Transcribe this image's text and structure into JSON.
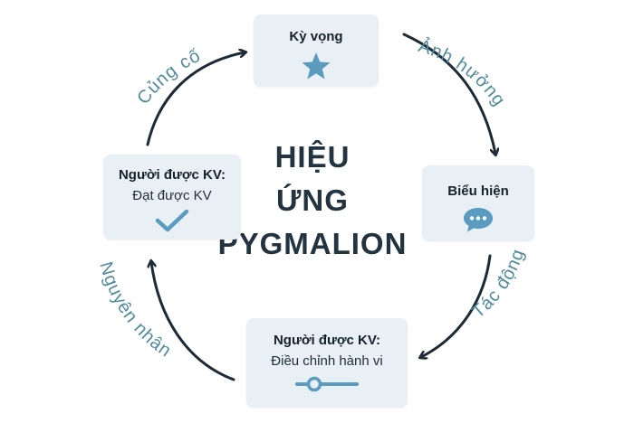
{
  "center_title": [
    "HIỆU",
    "ỨNG",
    "PYGMALION"
  ],
  "boxes": {
    "top": {
      "title": "Kỳ vọng",
      "icon": "star-icon"
    },
    "right": {
      "title": "Biểu hiện",
      "icon": "speech-bubble-icon"
    },
    "bottom": {
      "title": "Người được KV:",
      "subtitle": "Điều chỉnh hành vi",
      "icon": "slider-icon"
    },
    "left": {
      "title": "Người được KV:",
      "subtitle": "Đạt được KV",
      "icon": "checkmark-icon"
    }
  },
  "arrows": {
    "top_right": "Ảnh hưởng",
    "bottom_right": "Tác động",
    "bottom_left": "Nguyên nhân",
    "top_left": "Củng cố"
  },
  "colors": {
    "box_bg": "#e9f0f5",
    "icon_blue": "#5b9bc0",
    "arrow": "#1e2b36",
    "label_teal": "#4f8b9b",
    "title_dark": "#23333f"
  }
}
